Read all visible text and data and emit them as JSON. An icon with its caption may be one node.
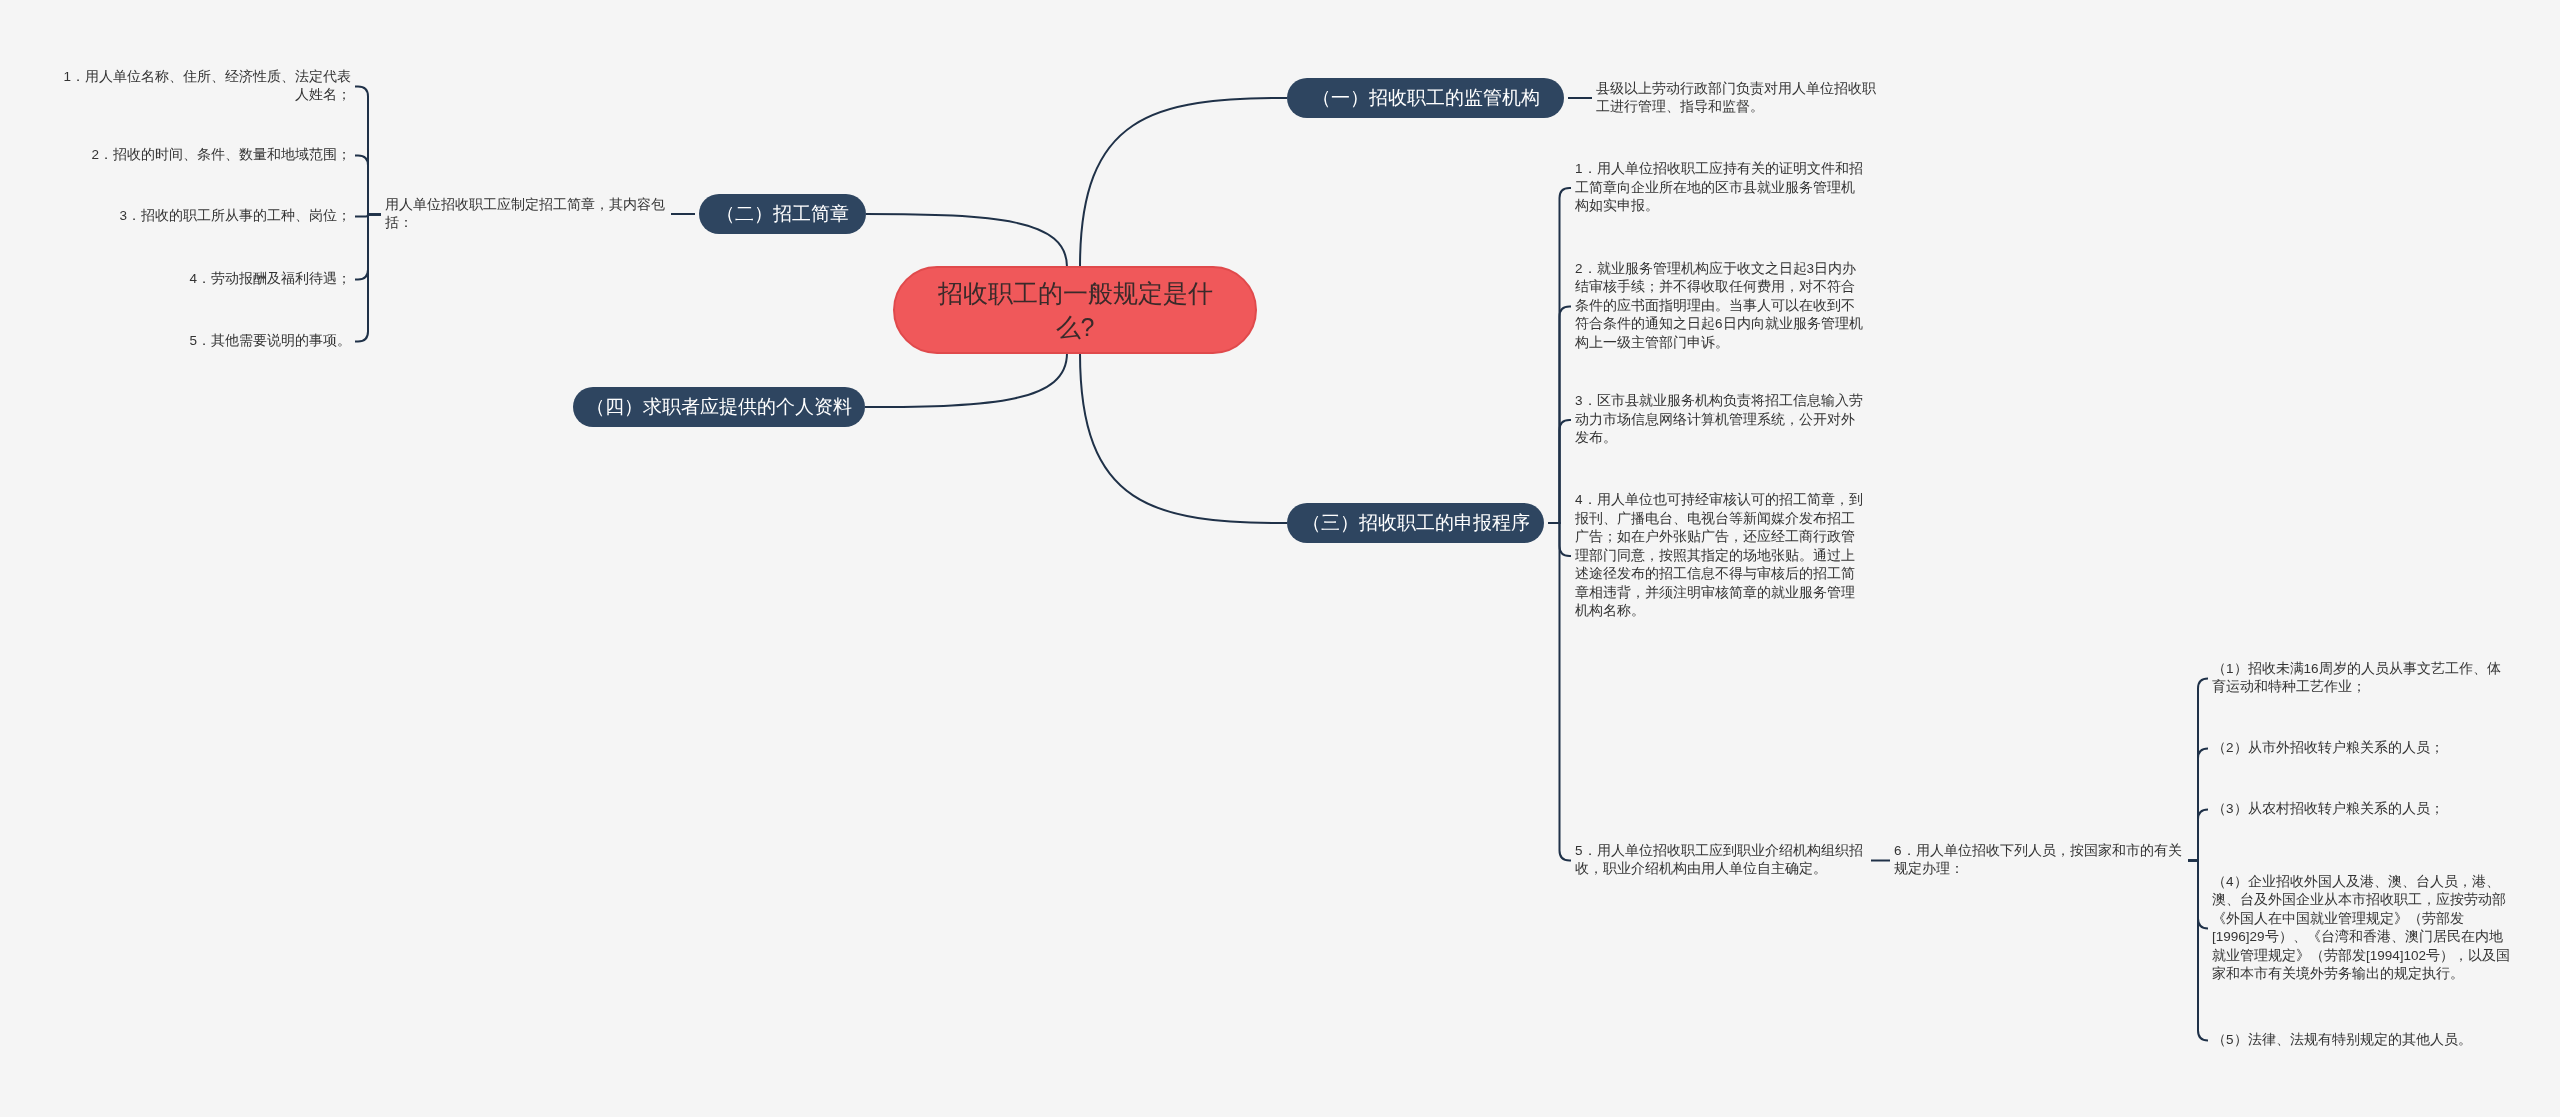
{
  "diagram": {
    "nodes": [
      {
        "text": [
          "招收职工的一般规定是什么?"
        ]
      },
      {
        "text": [
          "（一）招收职工的监管机构"
        ]
      },
      {
        "text": [
          "县级以上劳动行政部门负责对用人单位招收职工进行管理、指导和监督。"
        ]
      },
      {
        "text": [
          "（二）招工简章"
        ]
      },
      {
        "text": [
          "用人单位招收职工应制定招工简章，其内容包括："
        ]
      },
      {
        "text": [
          "1．用人单位名称、住所、经济性质、法定代表人姓名；"
        ]
      },
      {
        "text": [
          "2．招收的时间、条件、数量和地域范围；"
        ]
      },
      {
        "text": [
          "3．招收的职工所从事的工种、岗位；"
        ]
      },
      {
        "text": [
          "4．劳动报酬及福利待遇；"
        ]
      },
      {
        "text": [
          "5．其他需要说明的事项。"
        ]
      },
      {
        "text": [
          "（三）招收职工的申报程序"
        ]
      },
      {
        "text": [
          "1．用人单位招收职工应持有关的证明文件和招工简章向企业所在地的区市县就业服务管理机构如实申报。"
        ]
      },
      {
        "text": [
          "2．就业服务管理机构应于收文之日起3日内办结审核手续；并不得收取任何费用，对不符合条件的应书面指明理由。当事人可以在收到不符合条件的通知之日起6日内向就业服务管理机构上一级主管部门申诉。"
        ]
      },
      {
        "text": [
          "3．区市县就业服务机构负责将招工信息输入劳动力市场信息网络计算机管理系统，公开对外发布。"
        ]
      },
      {
        "text": [
          "4．用人单位也可持经审核认可的招工简章，到报刊、广播电台、电视台等新闻媒介发布招工广告；如在户外张贴广告，还应经工商行政管理部门同意，按照其指定的场地张贴。通过上述途径发布的招工信息不得与审核后的招工简章相违背，并须注明审核简章的就业服务管理机构名称。"
        ]
      },
      {
        "text": [
          "5．用人单位招收职工应到职业介绍机构组织招收，职业介绍机构由用人单位自主确定。"
        ]
      },
      {
        "text": [
          "6．用人单位招收下列人员，按国家和市的有关规定办理："
        ]
      },
      {
        "text": [
          "（1）招收未满16周岁的人员从事文艺工作、体育运动和特种工艺作业；"
        ]
      },
      {
        "text": [
          "（2）从市外招收转户粮关系的人员；"
        ]
      },
      {
        "text": [
          "（3）从农村招收转户粮关系的人员；"
        ]
      },
      {
        "text": [
          "（4）企业招收外国人及港、澳、台人员，港、澳、台及外国企业从本市招收职工，应按劳动部《外国人在中国就业管理规定》（劳部发[1996]29号）、《台湾和香港、澳门居民在内地就业管理规定》（劳部发[1994]102号），以及国家和本市有关境外劳务输出的规定执行。"
        ]
      },
      {
        "text": [
          "（5）法律、法规有特别规定的其他人员。"
        ]
      },
      {
        "text": [
          "（四）求职者应提供的个人资料"
        ]
      }
    ],
    "edges": [
      {
        "from": 0,
        "to": 1,
        "arrow": "none"
      },
      {
        "from": 1,
        "to": 2,
        "arrow": "none"
      },
      {
        "from": 0,
        "to": 3,
        "arrow": "none"
      },
      {
        "from": 3,
        "to": 4,
        "arrow": "none"
      },
      {
        "from": 4,
        "to": 5,
        "arrow": "none"
      },
      {
        "from": 4,
        "to": 6,
        "arrow": "none"
      },
      {
        "from": 4,
        "to": 7,
        "arrow": "none"
      },
      {
        "from": 4,
        "to": 8,
        "arrow": "none"
      },
      {
        "from": 4,
        "to": 9,
        "arrow": "none"
      },
      {
        "from": 0,
        "to": 10,
        "arrow": "none"
      },
      {
        "from": 10,
        "to": 11,
        "arrow": "none"
      },
      {
        "from": 10,
        "to": 12,
        "arrow": "none"
      },
      {
        "from": 10,
        "to": 13,
        "arrow": "none"
      },
      {
        "from": 10,
        "to": 14,
        "arrow": "none"
      },
      {
        "from": 10,
        "to": 15,
        "arrow": "none"
      },
      {
        "from": 15,
        "to": 16,
        "arrow": "none"
      },
      {
        "from": 16,
        "to": 17,
        "arrow": "none"
      },
      {
        "from": 16,
        "to": 18,
        "arrow": "none"
      },
      {
        "from": 16,
        "to": 19,
        "arrow": "none"
      },
      {
        "from": 16,
        "to": 20,
        "arrow": "none"
      },
      {
        "from": 16,
        "to": 21,
        "arrow": "none"
      },
      {
        "from": 0,
        "to": 22,
        "arrow": "none"
      }
    ]
  }
}
